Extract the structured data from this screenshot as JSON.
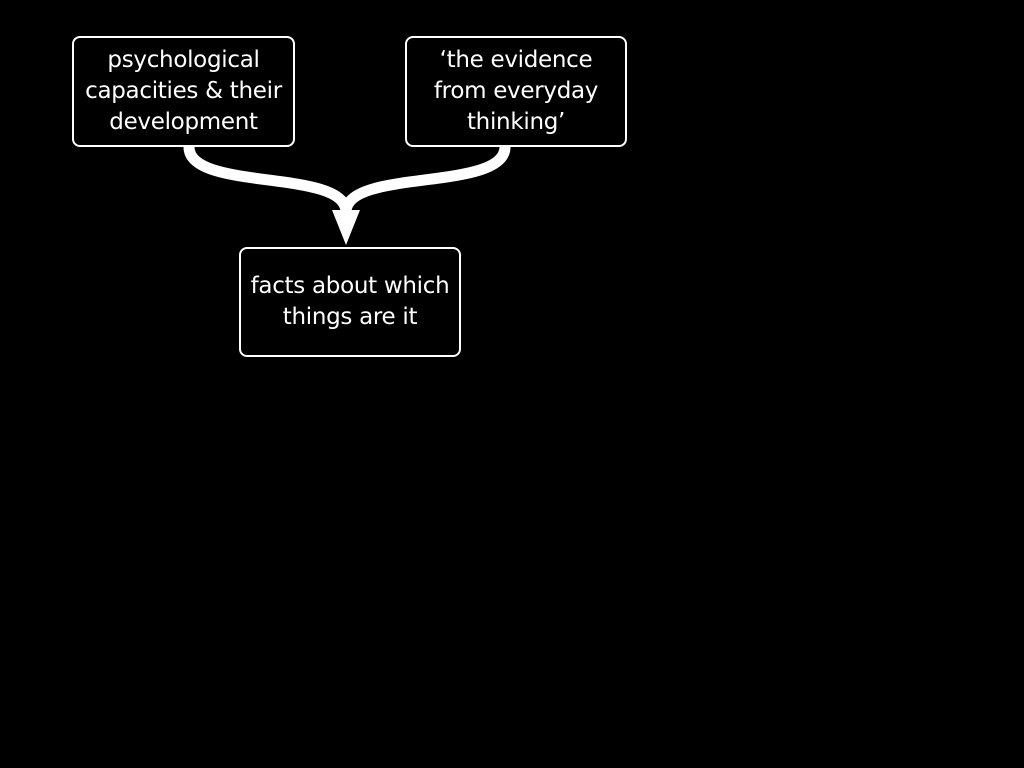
{
  "diagram": {
    "nodes": {
      "left": "psychological capacities & their development",
      "right": "‘the evidence from everyday thinking’",
      "bottom": "facts about which things are it"
    },
    "colors": {
      "background": "#000000",
      "foreground": "#ffffff"
    }
  }
}
